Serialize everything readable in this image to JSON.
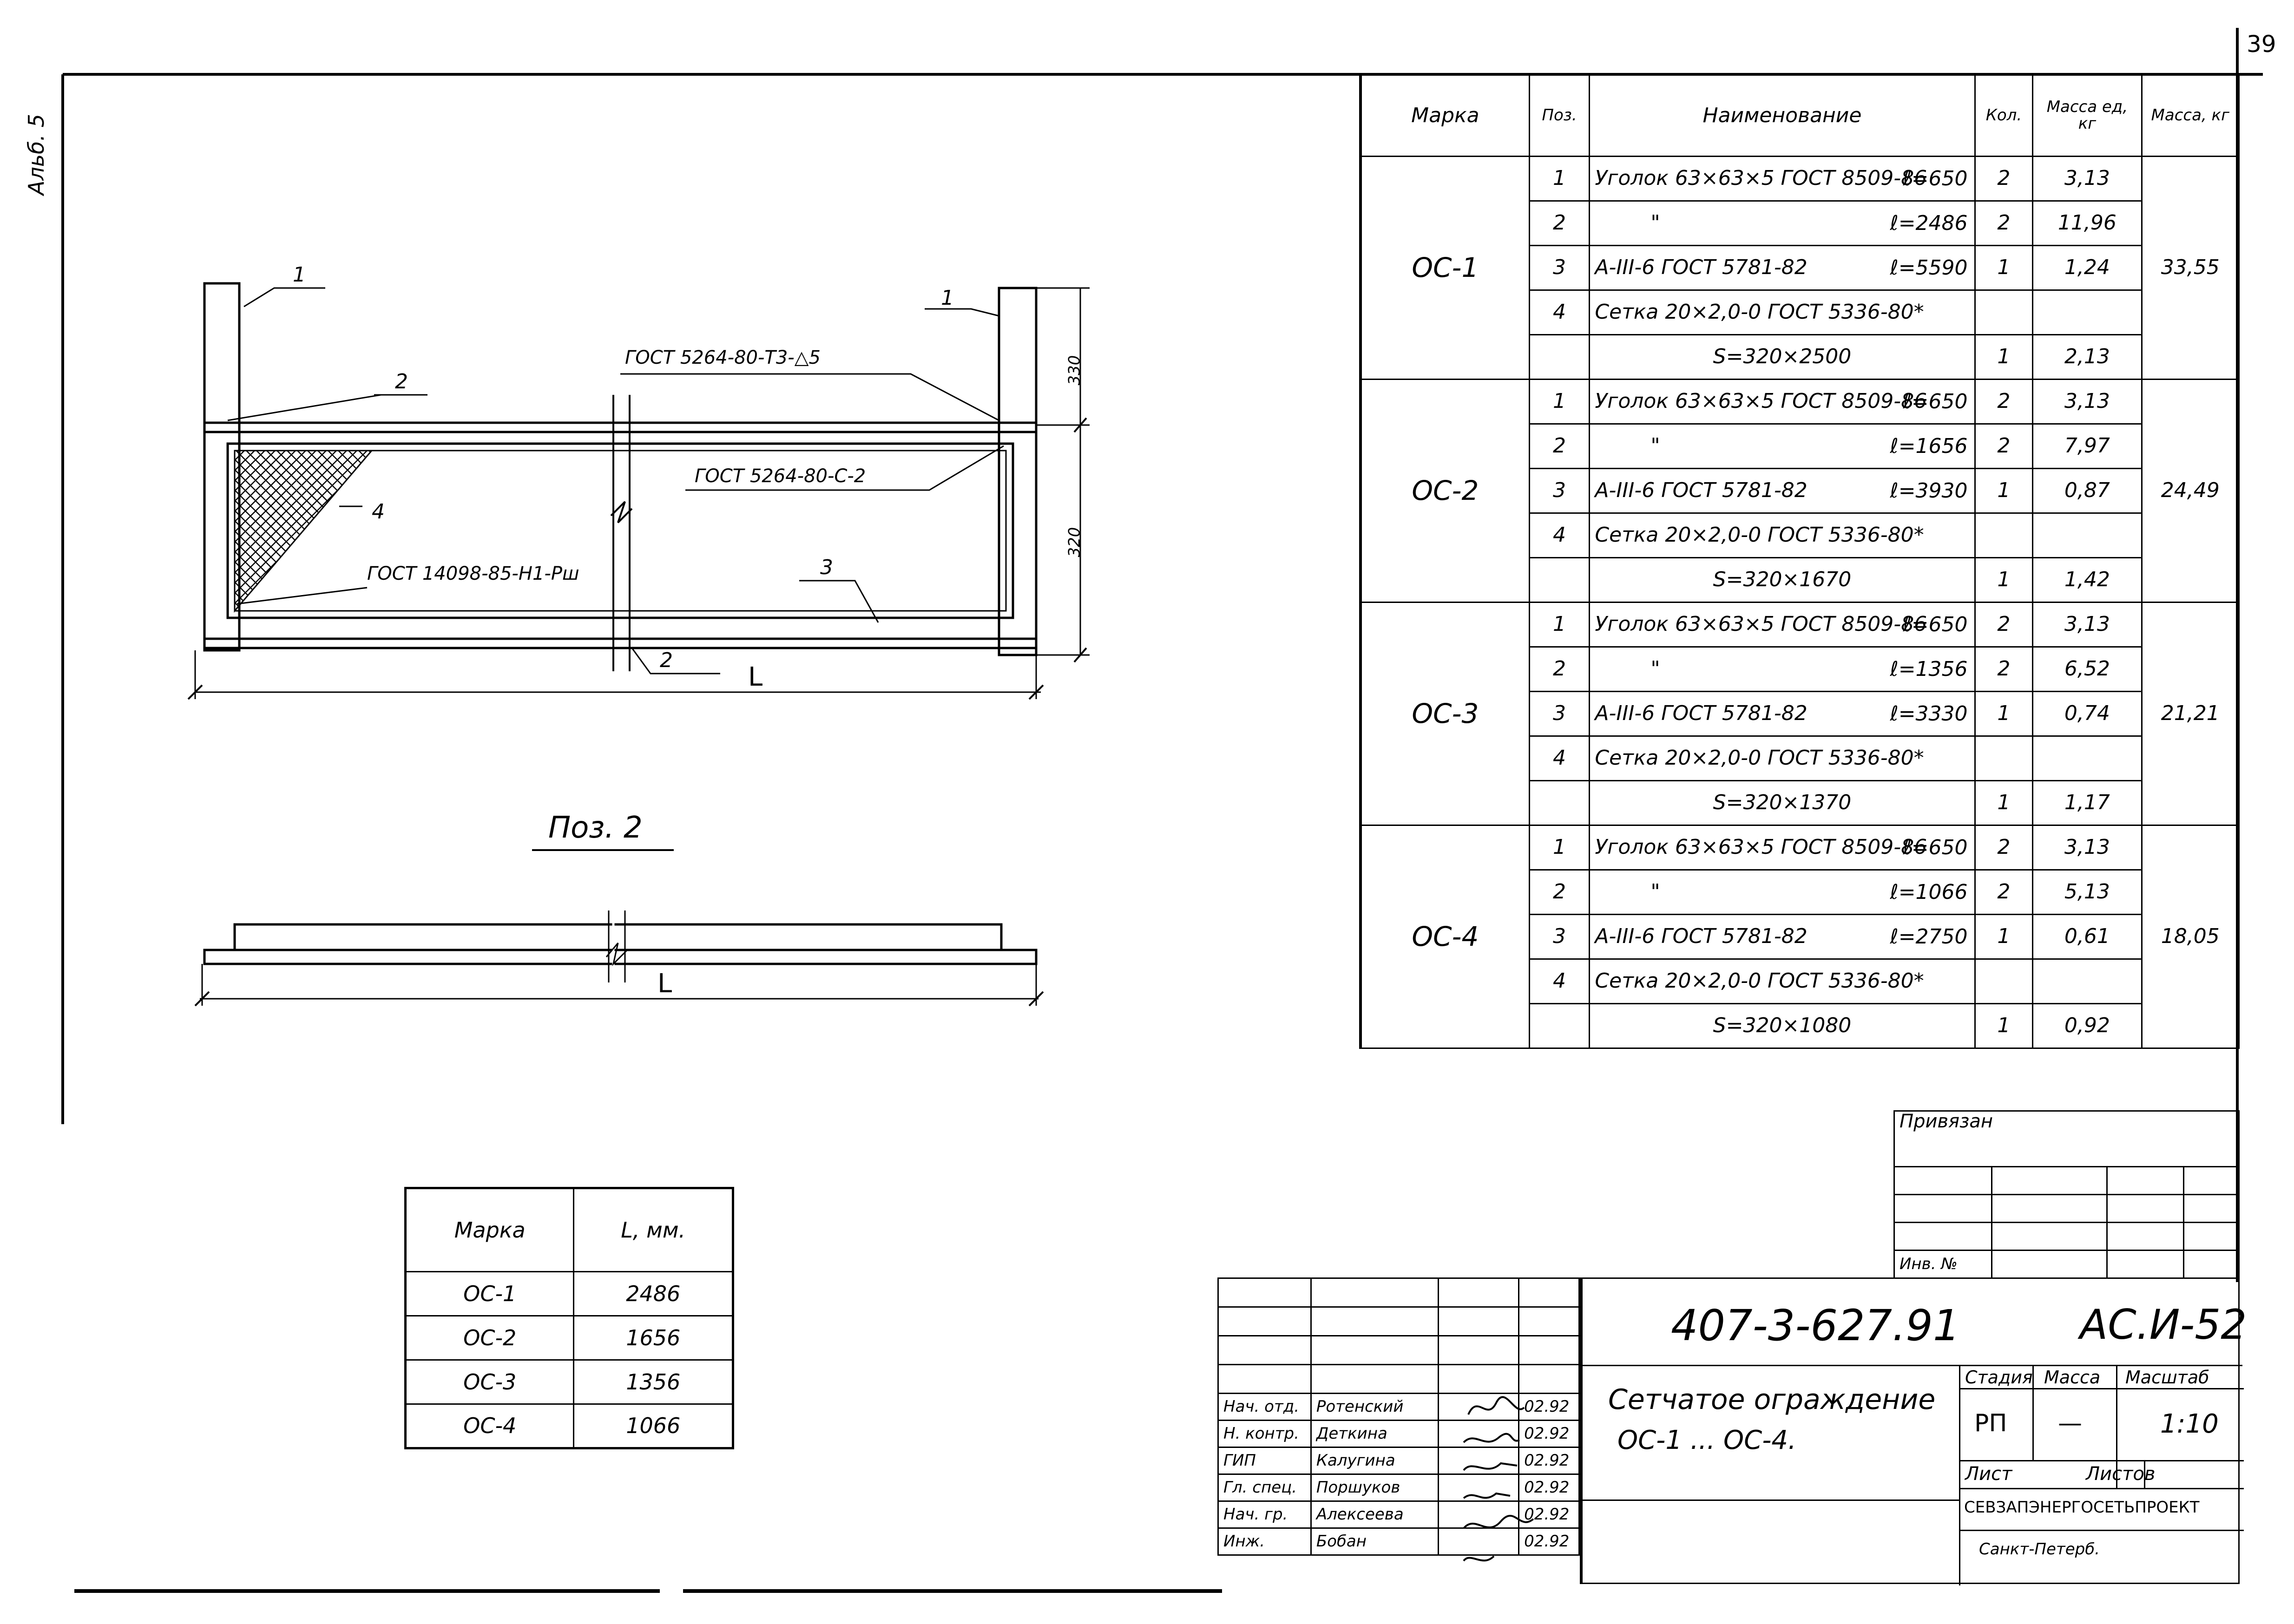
{
  "page_number": "39",
  "side_stamp": "Альб. 5",
  "drawing": {
    "callouts": {
      "pos1_left": "1",
      "pos1_right": "1",
      "pos2_top": "2",
      "pos2_bottom": "2",
      "pos3": "3",
      "pos4": "4"
    },
    "weld_top": "ГОСТ 5264-80-Т3-△5",
    "weld_mid": "ГОСТ 5264-80-С-2",
    "weld_mesh": "ГОСТ 14098-85-Н1-Рш",
    "dim_330": "330",
    "dim_320": "320",
    "dim_L": "L"
  },
  "detail": {
    "title": "Поз. 2",
    "dim_L": "L"
  },
  "spec_table": {
    "headers": [
      "Марка",
      "Поз.",
      "Наименование",
      "Кол.",
      "Масса ед, кг",
      "Масса, кг"
    ],
    "groups": [
      {
        "mark": "ОС-1",
        "total_mass": "33,55",
        "rows": [
          {
            "pos": "1",
            "name": "Уголок 63×63×5 ГОСТ 8509-86",
            "len": "ℓ=650",
            "qty": "2",
            "mass": "3,13"
          },
          {
            "pos": "2",
            "name": "\"",
            "len": "ℓ=2486",
            "qty": "2",
            "mass": "11,96"
          },
          {
            "pos": "3",
            "name": "А-III-6 ГОСТ 5781-82",
            "len": "ℓ=5590",
            "qty": "1",
            "mass": "1,24"
          },
          {
            "pos": "4",
            "name": "Сетка 20×2,0-0 ГОСТ 5336-80*",
            "len": "",
            "qty": "",
            "mass": ""
          },
          {
            "pos": "",
            "name": "S=320×2500",
            "len": "",
            "qty": "1",
            "mass": "2,13"
          }
        ]
      },
      {
        "mark": "ОС-2",
        "total_mass": "24,49",
        "rows": [
          {
            "pos": "1",
            "name": "Уголок 63×63×5 ГОСТ 8509-86",
            "len": "ℓ=650",
            "qty": "2",
            "mass": "3,13"
          },
          {
            "pos": "2",
            "name": "\"",
            "len": "ℓ=1656",
            "qty": "2",
            "mass": "7,97"
          },
          {
            "pos": "3",
            "name": "А-III-6 ГОСТ 5781-82",
            "len": "ℓ=3930",
            "qty": "1",
            "mass": "0,87"
          },
          {
            "pos": "4",
            "name": "Сетка 20×2,0-0 ГОСТ 5336-80*",
            "len": "",
            "qty": "",
            "mass": ""
          },
          {
            "pos": "",
            "name": "S=320×1670",
            "len": "",
            "qty": "1",
            "mass": "1,42"
          }
        ]
      },
      {
        "mark": "ОС-3",
        "total_mass": "21,21",
        "rows": [
          {
            "pos": "1",
            "name": "Уголок 63×63×5 ГОСТ 8509-86",
            "len": "ℓ=650",
            "qty": "2",
            "mass": "3,13"
          },
          {
            "pos": "2",
            "name": "\"",
            "len": "ℓ=1356",
            "qty": "2",
            "mass": "6,52"
          },
          {
            "pos": "3",
            "name": "А-III-6 ГОСТ 5781-82",
            "len": "ℓ=3330",
            "qty": "1",
            "mass": "0,74"
          },
          {
            "pos": "4",
            "name": "Сетка 20×2,0-0 ГОСТ 5336-80*",
            "len": "",
            "qty": "",
            "mass": ""
          },
          {
            "pos": "",
            "name": "S=320×1370",
            "len": "",
            "qty": "1",
            "mass": "1,17"
          }
        ]
      },
      {
        "mark": "ОС-4",
        "total_mass": "18,05",
        "rows": [
          {
            "pos": "1",
            "name": "Уголок 63×63×5 ГОСТ 8509-86",
            "len": "ℓ=650",
            "qty": "2",
            "mass": "3,13"
          },
          {
            "pos": "2",
            "name": "\"",
            "len": "ℓ=1066",
            "qty": "2",
            "mass": "5,13"
          },
          {
            "pos": "3",
            "name": "А-III-6 ГОСТ 5781-82",
            "len": "ℓ=2750",
            "qty": "1",
            "mass": "0,61"
          },
          {
            "pos": "4",
            "name": "Сетка 20×2,0-0 ГОСТ 5336-80*",
            "len": "",
            "qty": "",
            "mass": ""
          },
          {
            "pos": "",
            "name": "S=320×1080",
            "len": "",
            "qty": "1",
            "mass": "0,92"
          }
        ]
      }
    ]
  },
  "length_table": {
    "headers": [
      "Марка",
      "L, мм."
    ],
    "rows": [
      {
        "mark": "ОС-1",
        "L": "2486"
      },
      {
        "mark": "ОС-2",
        "L": "1656"
      },
      {
        "mark": "ОС-3",
        "L": "1356"
      },
      {
        "mark": "ОС-4",
        "L": "1066"
      }
    ]
  },
  "binding_box": {
    "privyazan": "Привязан",
    "inv_no": "Инв. №"
  },
  "title_block": {
    "doc_code": "407-3-627.91",
    "sheet_code": "АС.И-52",
    "title_line1": "Сетчатое ограждение",
    "title_line2": "ОС-1 ... ОС-4.",
    "stage_label": "Стадия",
    "mass_label": "Масса",
    "scale_label": "Масштаб",
    "stage_value": "РП",
    "mass_value": "—",
    "scale_value": "1:10",
    "sheet_label": "Лист",
    "sheets_label": "Листов",
    "organization": "СЕВЗАПЭНЕРГОСЕТЬПРОЕКТ",
    "city": "Санкт-Петерб.",
    "signatures": [
      {
        "role": "Нач. отд.",
        "name": "Ротенский",
        "date": "02.92"
      },
      {
        "role": "Н. контр.",
        "name": "Деткина",
        "date": "02.92"
      },
      {
        "role": "ГИП",
        "name": "Калугина",
        "date": "02.92"
      },
      {
        "role": "Гл. спец.",
        "name": "Поршуков",
        "date": "02.92"
      },
      {
        "role": "Нач. гр.",
        "name": "Алексеева",
        "date": "02.92"
      },
      {
        "role": "Инж.",
        "name": "Бобан",
        "date": "02.92"
      }
    ]
  }
}
